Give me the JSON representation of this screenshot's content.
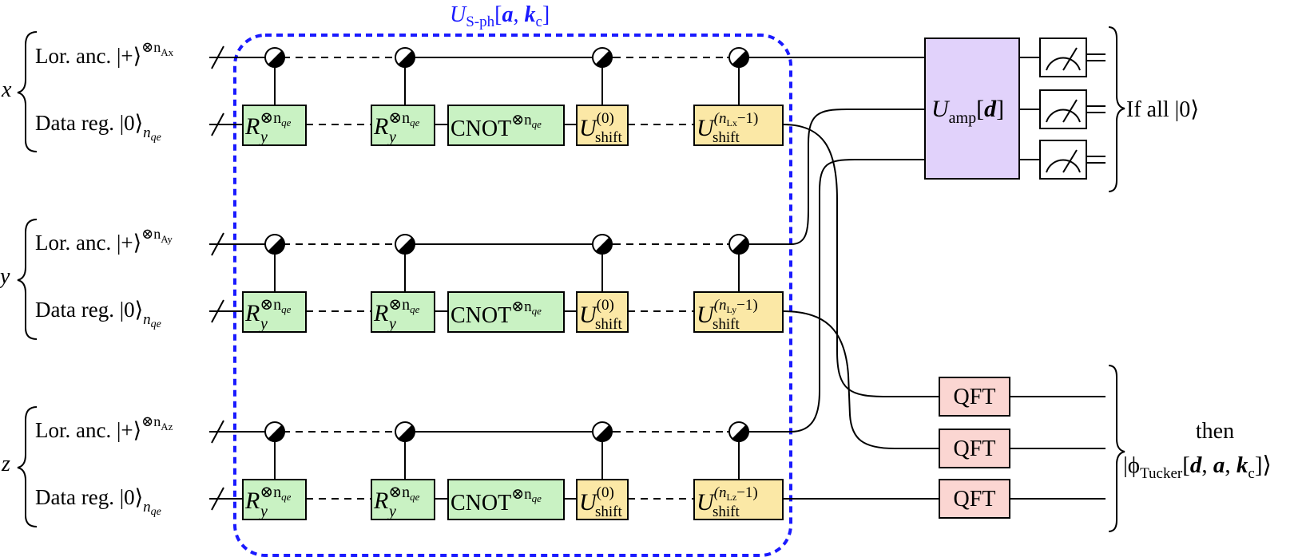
{
  "title": {
    "u": "U",
    "sub": "S-ph",
    "args_a": "a",
    "args_k": "k",
    "args_c": "c"
  },
  "groups": [
    {
      "var": "x",
      "anc_exp_sub": "Ax",
      "shift_sub": "Lx"
    },
    {
      "var": "y",
      "anc_exp_sub": "Ay",
      "shift_sub": "Ly"
    },
    {
      "var": "z",
      "anc_exp_sub": "Az",
      "shift_sub": "Lz"
    }
  ],
  "labels": {
    "lor_anc": "Lor. anc. |+⟩",
    "anc_exp": "⊗n",
    "data_reg": "Data reg. |0⟩",
    "data_sub": "n",
    "data_sub_q": "qe"
  },
  "gates": {
    "ry": "R",
    "ry_sub": "y",
    "ry_sup": "⊗n",
    "ry_sup_sub": "qe",
    "cnot": "CNOT",
    "cnot_sup": "⊗n",
    "cnot_sup_sub": "qe",
    "ushift": "U",
    "ushift_sub": "shift",
    "ushift_first_sup": "(0)",
    "ushift_last_sup_open": "(n",
    "ushift_last_sup_close": "−1)"
  },
  "amp": {
    "u": "U",
    "sub": "amp",
    "arg": "d"
  },
  "qft_label": "QFT",
  "measure_note": "If all |0⟩",
  "output": {
    "then": "then",
    "phi": "|ϕ",
    "phi_sub": "Tucker",
    "d": "d",
    "a": "a",
    "k": "k",
    "k_sub": "c",
    "close": "]⟩"
  }
}
